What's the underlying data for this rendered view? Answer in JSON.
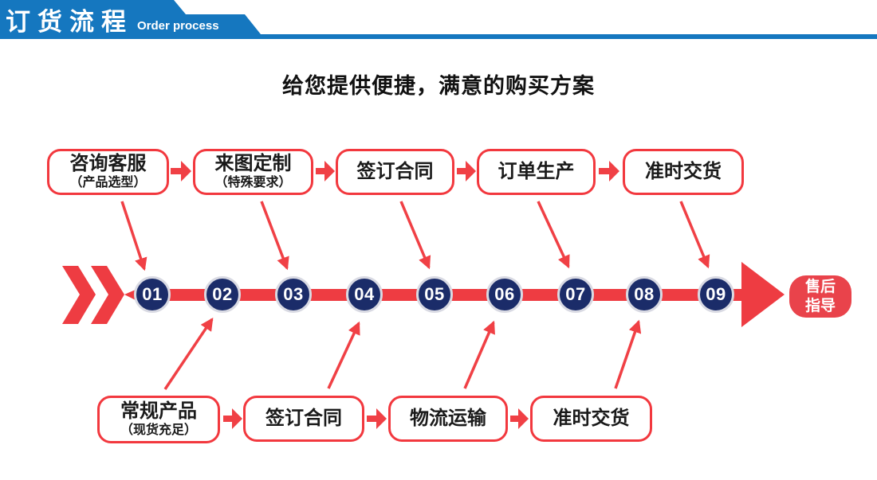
{
  "banner": {
    "title": "订货流程",
    "subtitle": "Order process"
  },
  "headline": "给您提供便捷，满意的购买方案",
  "colors": {
    "banner_blue": "#1577bf",
    "red": "#ee3c42",
    "navy": "#1b2c69",
    "badge_red": "#e9434b"
  },
  "top_steps": [
    {
      "label": "咨询客服",
      "sublabel": "（产品选型）",
      "number": "01"
    },
    {
      "label": "来图定制",
      "sublabel": "（特殊要求）",
      "number": "03"
    },
    {
      "label": "签订合同",
      "number": "05"
    },
    {
      "label": "订单生产",
      "number": "07"
    },
    {
      "label": "准时交货",
      "number": "09"
    }
  ],
  "bottom_steps": [
    {
      "label": "常规产品",
      "sublabel": "（现货充足）",
      "number": "02"
    },
    {
      "label": "签订合同",
      "number": "04"
    },
    {
      "label": "物流运输",
      "number": "06"
    },
    {
      "label": "准时交货",
      "number": "08"
    }
  ],
  "timeline_numbers": [
    "01",
    "02",
    "03",
    "04",
    "05",
    "06",
    "07",
    "08",
    "09"
  ],
  "end_badge": {
    "line1": "售后",
    "line2": "指导"
  }
}
